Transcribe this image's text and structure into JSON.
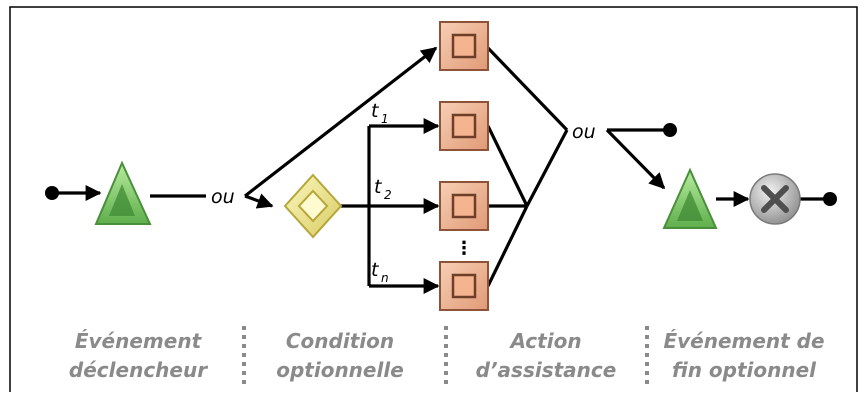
{
  "connector_labels": {
    "or_left": "ou",
    "or_right": "ou",
    "ellipsis": "⋮"
  },
  "transitions": [
    {
      "name": "t",
      "sub": "1"
    },
    {
      "name": "t",
      "sub": "2"
    },
    {
      "name": "t",
      "sub": "n"
    }
  ],
  "sections": [
    {
      "line1": "Événement",
      "line2": "déclencheur"
    },
    {
      "line1": "Condition",
      "line2": "optionnelle"
    },
    {
      "line1": "Action",
      "line2": "d’assistance"
    },
    {
      "line1": "Événement de",
      "line2": "fin optionnel"
    }
  ],
  "nodes": {
    "start_event": "green-triangle-icon",
    "condition": "yellow-diamond-icon",
    "actions": [
      "action-box-icon",
      "action-box-icon",
      "action-box-icon",
      "action-box-icon"
    ],
    "end_trigger": "green-triangle-icon",
    "end_cancel": "cancel-x-icon"
  },
  "colors": {
    "frame": "#000000",
    "triangle": "#8fd47a",
    "triangle_dark": "#4a8f3a",
    "diamond": "#f2ee9a",
    "diamond_dark": "#c9b84a",
    "action": "#f2b99a",
    "action_dark": "#a86545",
    "cancel": "#b8b8b8",
    "section_text": "#8a8a8a",
    "separator": "#8a8a8a"
  }
}
